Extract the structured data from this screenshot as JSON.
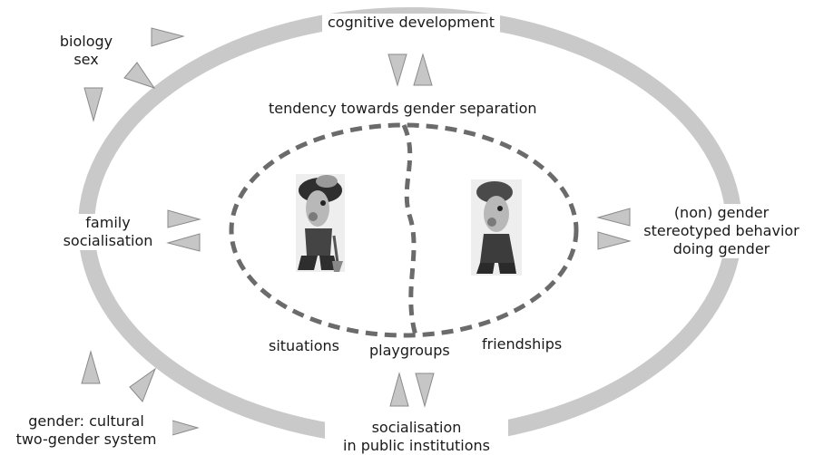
{
  "labels": {
    "cognitive_development": "cognitive development",
    "biology": "biology",
    "sex": "sex",
    "gender_separation": "tendency towards gender separation",
    "family_1": "family",
    "family_2": "socialisation",
    "gender_stereo_1": "(non) gender",
    "gender_stereo_2": "stereotyped behavior",
    "gender_stereo_3": "doing gender",
    "situations": "situations",
    "playgroups": "playgroups",
    "friendships": "friendships",
    "cultural_1": "gender: cultural",
    "cultural_2": "two-gender system",
    "public_1": "socialisation",
    "public_2": "in public institutions"
  },
  "colors": {
    "outer_ring": "#c9c9c9",
    "arrow_fill": "#c6c6c6",
    "arrow_stroke": "#8a8a8a",
    "dashed_line": "#6b6b6b",
    "text": "#1a1a1a"
  }
}
